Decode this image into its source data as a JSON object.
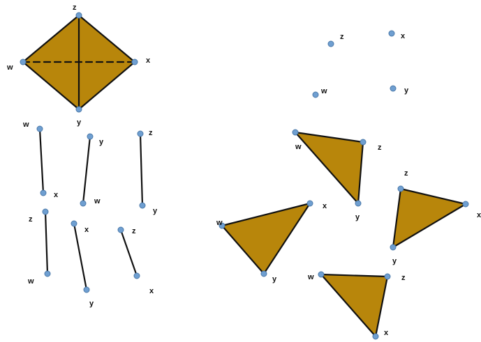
{
  "colors": {
    "face_fill": "#B8860B",
    "vertex_fill": "#6F9FD1",
    "edge": "#111111"
  },
  "labels": {
    "w": "w",
    "x": "x",
    "y": "y",
    "z": "z"
  },
  "panels": {
    "tetrahedron": {
      "vertices": [
        "w",
        "x",
        "y",
        "z"
      ],
      "hidden_edge": [
        "w",
        "x"
      ]
    },
    "isolated_vertices": [
      "z",
      "x",
      "w",
      "y"
    ],
    "edges": [
      [
        "w",
        "x"
      ],
      [
        "y",
        "w"
      ],
      [
        "z",
        "y"
      ],
      [
        "z",
        "w"
      ],
      [
        "x",
        "y"
      ],
      [
        "z",
        "x"
      ]
    ],
    "triangles": [
      [
        "w",
        "z",
        "y"
      ],
      [
        "z",
        "x",
        "y"
      ],
      [
        "w",
        "x",
        "y"
      ],
      [
        "w",
        "z",
        "x"
      ]
    ]
  }
}
